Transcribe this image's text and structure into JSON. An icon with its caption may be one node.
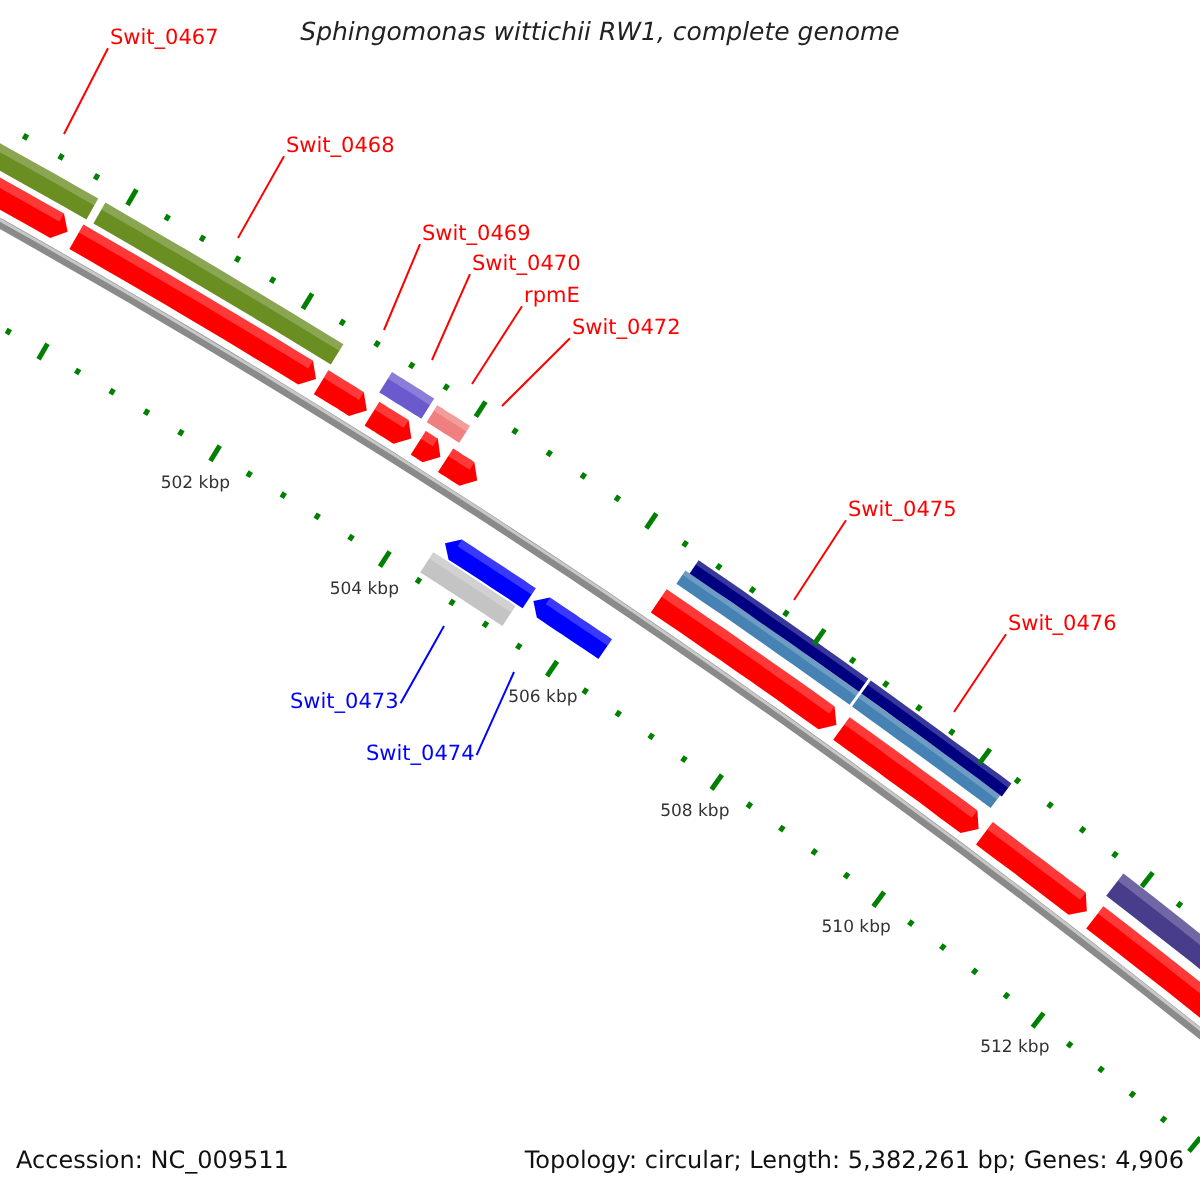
{
  "diagram": {
    "title": "Sphingomonas wittichii RW1, complete genome",
    "nodes": [
      {
        "text": [
          "Swit_0467"
        ]
      },
      {
        "text": [
          "Swit_0468"
        ]
      },
      {
        "text": [
          "Swit_0469"
        ]
      },
      {
        "text": [
          "Swit_0470"
        ]
      },
      {
        "text": [
          "rpmE"
        ]
      },
      {
        "text": [
          "Swit_0472"
        ]
      },
      {
        "text": [
          "Swit_0475"
        ]
      },
      {
        "text": [
          "Swit_0476"
        ]
      },
      {
        "text": [
          "Swit_0473"
        ]
      },
      {
        "text": [
          "Swit_0474"
        ]
      }
    ],
    "edges": [
      {
        "from": 0,
        "to": null,
        "arrow": "none"
      },
      {
        "from": 1,
        "to": null,
        "arrow": "none"
      },
      {
        "from": 2,
        "to": null,
        "arrow": "none"
      },
      {
        "from": 3,
        "to": null,
        "arrow": "none"
      },
      {
        "from": 4,
        "to": null,
        "arrow": "none"
      },
      {
        "from": 5,
        "to": null,
        "arrow": "none"
      },
      {
        "from": 6,
        "to": null,
        "arrow": "none"
      },
      {
        "from": 7,
        "to": null,
        "arrow": "none"
      },
      {
        "from": 8,
        "to": null,
        "arrow": "none",
        "color": "#0000ff"
      },
      {
        "from": 9,
        "to": null,
        "arrow": "none",
        "color": "#0000ff"
      }
    ],
    "labels": [
      "502 kbp",
      "504 kbp",
      "506 kbp",
      "508 kbp",
      "510 kbp",
      "512 kbp",
      "Accession: NC_009511",
      "Topology: circular; Length: 5,382,261 bp; Genes: 4,906"
    ]
  }
}
